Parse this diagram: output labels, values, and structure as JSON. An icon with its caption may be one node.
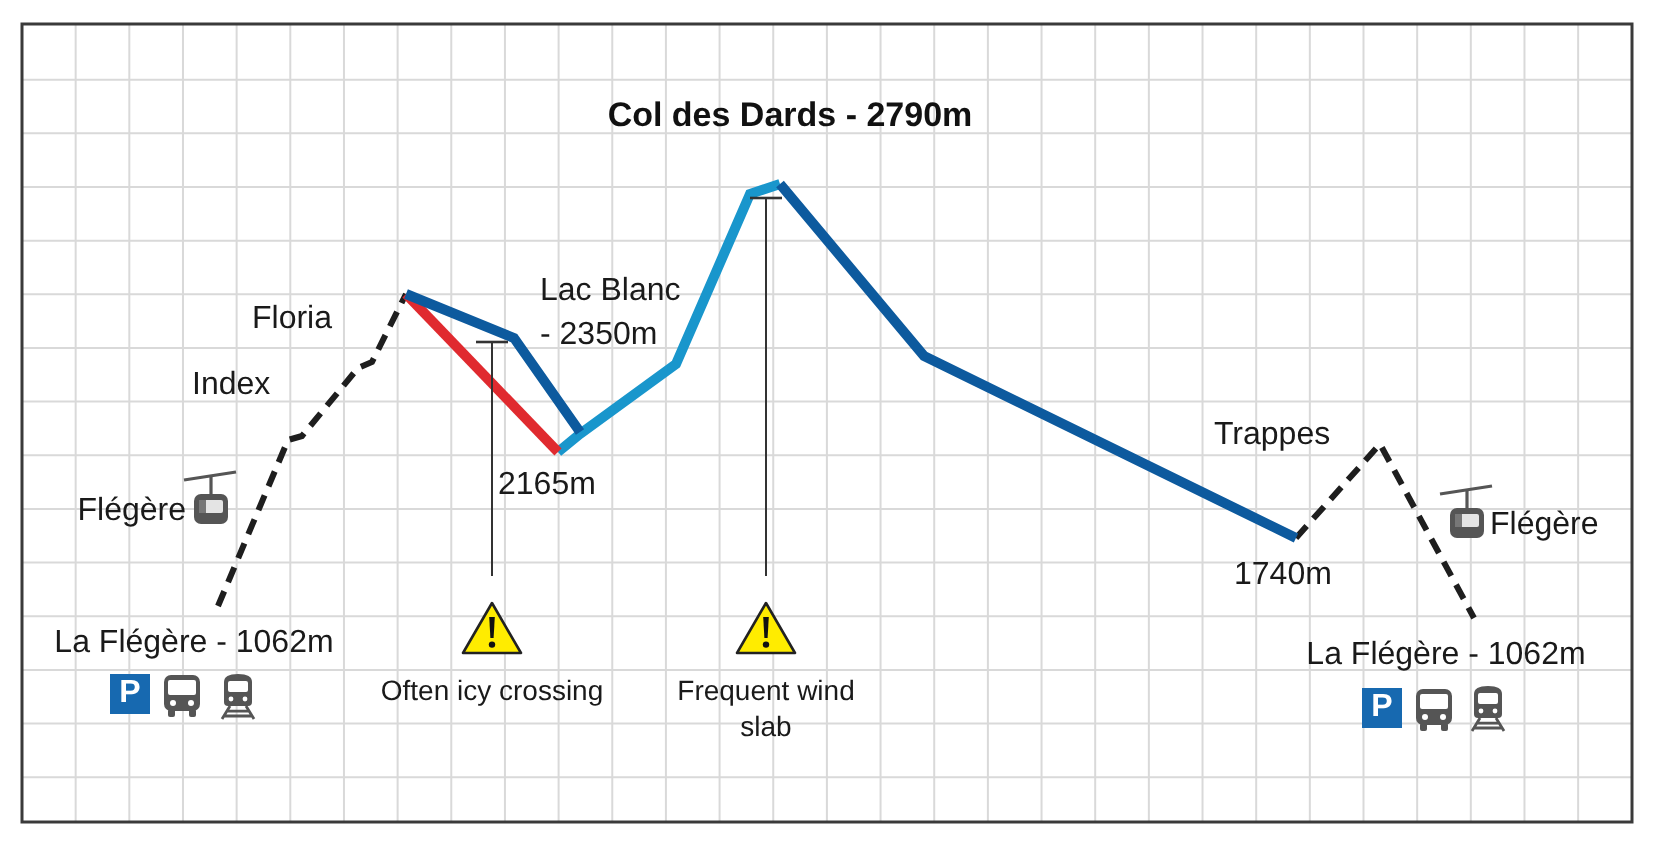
{
  "diagram": {
    "title": "Col des Dards - 2790m",
    "nodes": [
      {
        "text": [
          "Often icy crossing"
        ]
      },
      {
        "text": [
          "Frequent wind slab"
        ]
      }
    ],
    "edges": [
      {
        "from": 0,
        "to": null,
        "arrow": "other"
      },
      {
        "from": 1,
        "to": null,
        "arrow": "other"
      }
    ],
    "labels": [
      "La Flégère - 1062m",
      "P",
      "Flégère",
      "Index",
      "Floria",
      "Lac Blanc - 2350m",
      "2165m",
      "1740m",
      "Trappes",
      "Flégère",
      "La Flégère - 1062m",
      "P"
    ]
  }
}
